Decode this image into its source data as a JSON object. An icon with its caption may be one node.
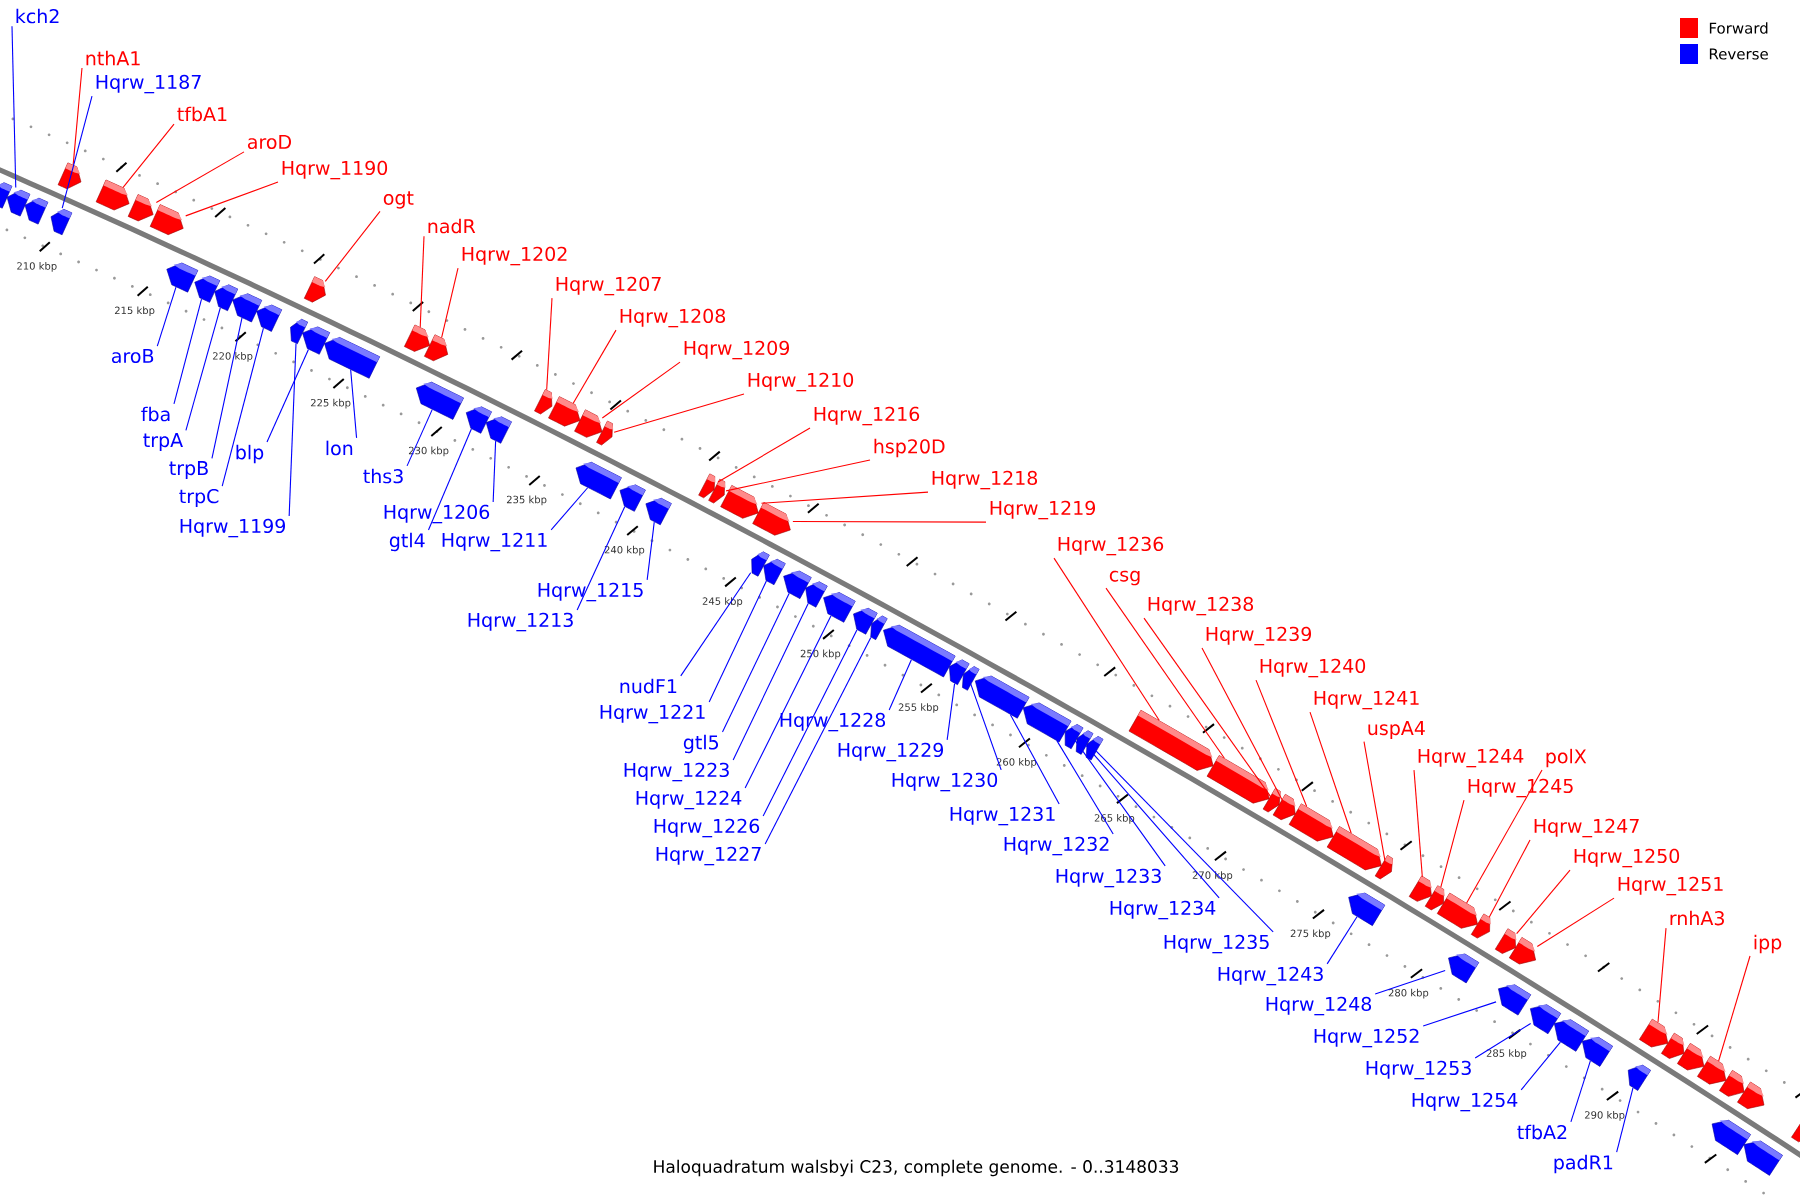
{
  "diagram": {
    "caption": "Haloquadratum walsbyi C23, complete genome. - 0..3148033",
    "nodes": [
      {
        "text": [
          "kch2"
        ]
      },
      {
        "text": [
          "nthA1"
        ]
      },
      {
        "text": [
          "Hqrw_1187"
        ]
      },
      {
        "text": [
          "tfbA1"
        ]
      },
      {
        "text": [
          "aroD"
        ]
      },
      {
        "text": [
          "Hqrw_1190"
        ]
      },
      {
        "text": [
          "ogt"
        ]
      },
      {
        "text": [
          "nadR"
        ]
      },
      {
        "text": [
          "Hqrw_1202"
        ]
      },
      {
        "text": [
          "Hqrw_1207"
        ]
      },
      {
        "text": [
          "Hqrw_1208"
        ]
      },
      {
        "text": [
          "Hqrw_1209"
        ]
      },
      {
        "text": [
          "Hqrw_1210"
        ]
      },
      {
        "text": [
          "Hqrw_1216"
        ]
      },
      {
        "text": [
          "hsp20D"
        ]
      },
      {
        "text": [
          "Hqrw_1218"
        ]
      },
      {
        "text": [
          "Hqrw_1219"
        ]
      },
      {
        "text": [
          "aroB"
        ]
      },
      {
        "text": [
          "fba"
        ]
      },
      {
        "text": [
          "trpA"
        ]
      },
      {
        "text": [
          "trpB"
        ]
      },
      {
        "text": [
          "trpC"
        ]
      },
      {
        "text": [
          "Hqrw_1199"
        ]
      },
      {
        "text": [
          "blp"
        ]
      },
      {
        "text": [
          "lon"
        ]
      },
      {
        "text": [
          "ths3"
        ]
      },
      {
        "text": [
          "Hqrw_1206"
        ]
      },
      {
        "text": [
          "gtl4"
        ]
      },
      {
        "text": [
          "Hqrw_1211"
        ]
      },
      {
        "text": [
          "Hqrw_1215"
        ]
      },
      {
        "text": [
          "Hqrw_1213"
        ]
      },
      {
        "text": [
          "nudF1"
        ]
      },
      {
        "text": [
          "Hqrw_1221"
        ]
      },
      {
        "text": [
          "gtl5"
        ]
      },
      {
        "text": [
          "Hqrw_1223"
        ]
      },
      {
        "text": [
          "Hqrw_1224"
        ]
      },
      {
        "text": [
          "Hqrw_1226"
        ]
      },
      {
        "text": [
          "Hqrw_1227"
        ]
      },
      {
        "text": [
          "Hqrw_1228"
        ]
      },
      {
        "text": [
          "Hqrw_1229"
        ]
      },
      {
        "text": [
          "Hqrw_1230"
        ]
      },
      {
        "text": [
          "Hqrw_1231"
        ]
      },
      {
        "text": [
          "Hqrw_1232"
        ]
      },
      {
        "text": [
          "Hqrw_1233"
        ]
      },
      {
        "text": [
          "Hqrw_1234"
        ]
      },
      {
        "text": [
          "Hqrw_1235"
        ]
      },
      {
        "text": [
          "Hqrw_1236"
        ]
      },
      {
        "text": [
          "csg"
        ]
      },
      {
        "text": [
          "Hqrw_1238"
        ]
      },
      {
        "text": [
          "Hqrw_1239"
        ]
      },
      {
        "text": [
          "Hqrw_1240"
        ]
      },
      {
        "text": [
          "Hqrw_1241"
        ]
      },
      {
        "text": [
          "uspA4"
        ]
      },
      {
        "text": [
          "Hqrw_1244"
        ]
      },
      {
        "text": [
          "polX"
        ]
      },
      {
        "text": [
          "Hqrw_1245"
        ]
      },
      {
        "text": [
          "Hqrw_1247"
        ]
      },
      {
        "text": [
          "Hqrw_1250"
        ]
      },
      {
        "text": [
          "Hqrw_1251"
        ]
      },
      {
        "text": [
          "rnhA3"
        ]
      },
      {
        "text": [
          "ipp"
        ]
      },
      {
        "text": [
          "Hqrw_1243"
        ]
      },
      {
        "text": [
          "Hqrw_1248"
        ]
      },
      {
        "text": [
          "Hqrw_1252"
        ]
      },
      {
        "text": [
          "Hqrw_1253"
        ]
      },
      {
        "text": [
          "Hqrw_1254"
        ]
      },
      {
        "text": [
          "tfbA2"
        ]
      },
      {
        "text": [
          "padR1"
        ]
      },
      {
        "text": [],
        "shape": "pentagon"
      },
      {
        "text": [],
        "shape": "pentagon"
      },
      {
        "text": [],
        "shape": "pentagon"
      },
      {
        "text": [],
        "shape": "pentagon"
      },
      {
        "text": [],
        "shape": "pentagon"
      },
      {
        "text": [],
        "shape": "pentagon"
      },
      {
        "text": [],
        "shape": "pentagon"
      },
      {
        "text": [],
        "shape": "pentagon"
      },
      {
        "text": [],
        "shape": "pentagon"
      },
      {
        "text": [],
        "shape": "pentagon"
      },
      {
        "text": [],
        "shape": "pentagon"
      },
      {
        "text": [],
        "shape": "pentagon"
      },
      {
        "text": [],
        "shape": "pentagon"
      },
      {
        "text": [],
        "shape": "pentagon"
      },
      {
        "text": [],
        "shape": "pentagon"
      },
      {
        "text": [],
        "shape": "pentagon"
      },
      {
        "text": [],
        "shape": "pentagon"
      },
      {
        "text": [],
        "shape": "pentagon"
      },
      {
        "text": [],
        "shape": "pentagon"
      },
      {
        "text": [],
        "shape": "pentagon"
      },
      {
        "text": [],
        "shape": "pentagon"
      },
      {
        "text": [],
        "shape": "pentagon"
      },
      {
        "text": [],
        "shape": "pentagon"
      },
      {
        "text": [],
        "shape": "pentagon"
      },
      {
        "text": [],
        "shape": "pentagon"
      },
      {
        "text": [],
        "shape": "pentagon"
      },
      {
        "text": [],
        "shape": "pentagon"
      },
      {
        "text": [],
        "shape": "pentagon"
      },
      {
        "text": [],
        "shape": "pentagon"
      },
      {
        "text": [],
        "shape": "pentagon"
      },
      {
        "text": [],
        "shape": "pentagon"
      },
      {
        "text": [],
        "shape": "pentagon"
      },
      {
        "text": [],
        "shape": "pentagon"
      },
      {
        "text": [],
        "shape": "pentagon"
      },
      {
        "text": [],
        "shape": "pentagon"
      },
      {
        "text": [],
        "shape": "pentagon"
      },
      {
        "text": [],
        "shape": "pentagon"
      },
      {
        "text": [],
        "shape": "pentagon"
      },
      {
        "text": [],
        "shape": "pentagon"
      },
      {
        "text": [],
        "shape": "pentagon"
      },
      {
        "text": [],
        "shape": "pentagon"
      },
      {
        "text": [],
        "shape": "pentagon"
      },
      {
        "text": [],
        "shape": "pentagon"
      },
      {
        "text": [],
        "shape": "pentagon"
      },
      {
        "text": [],
        "shape": "pentagon"
      },
      {
        "text": [],
        "shape": "pentagon"
      },
      {
        "text": [],
        "shape": "pentagon"
      },
      {
        "text": [],
        "shape": "pentagon"
      },
      {
        "text": [],
        "shape": "pentagon"
      },
      {
        "text": [],
        "shape": "pentagon"
      },
      {
        "text": [],
        "shape": "pentagon"
      },
      {
        "text": [],
        "shape": "pentagon"
      },
      {
        "text": [],
        "shape": "pentagon"
      },
      {
        "text": [],
        "shape": "pentagon"
      },
      {
        "text": [],
        "shape": "pentagon"
      },
      {
        "text": [],
        "shape": "pentagon"
      },
      {
        "text": [],
        "shape": "pentagon"
      },
      {
        "text": [],
        "shape": "pentagon"
      },
      {
        "text": [],
        "shape": "pentagon"
      },
      {
        "text": [],
        "shape": "pentagon"
      },
      {
        "text": [],
        "shape": "pentagon"
      },
      {
        "text": [],
        "shape": "pentagon"
      },
      {
        "text": [],
        "shape": "pentagon"
      },
      {
        "text": [],
        "shape": "pentagon"
      },
      {
        "text": [],
        "shape": "pentagon"
      },
      {
        "text": [],
        "shape": "pentagon"
      },
      {
        "text": [],
        "shape": "pentagon"
      },
      {
        "text": [],
        "shape": "pentagon"
      },
      {
        "text": [],
        "shape": "pentagon"
      },
      {
        "text": [],
        "shape": "pentagon"
      },
      {
        "text": [],
        "shape": "pentagon"
      },
      {
        "text": [],
        "shape": "pentagon"
      },
      {
        "text": [],
        "shape": "pentagon"
      },
      {
        "text": [],
        "shape": "pentagon"
      },
      {
        "text": [],
        "shape": "pentagon"
      },
      {
        "text": [],
        "shape": "pentagon"
      },
      {
        "text": [],
        "shape": "pentagon"
      }
    ],
    "edges": [
      {
        "from": 0,
        "to": 69,
        "arrow": "none"
      },
      {
        "from": 1,
        "to": 71,
        "arrow": "none",
        "color": "#ff0000"
      },
      {
        "from": 2,
        "to": 72,
        "arrow": "none"
      },
      {
        "from": 3,
        "to": 73,
        "arrow": "none",
        "color": "#ff0000"
      },
      {
        "from": 4,
        "to": 74,
        "arrow": "none",
        "color": "#ff0000"
      },
      {
        "from": 5,
        "to": 75,
        "arrow": "none",
        "color": "#ff0000"
      },
      {
        "from": 6,
        "to": 81,
        "arrow": "none",
        "color": "#ff0000"
      },
      {
        "from": 7,
        "to": 85,
        "arrow": "none",
        "color": "#ff0000"
      },
      {
        "from": 8,
        "to": 86,
        "arrow": "none",
        "color": "#ff0000"
      },
      {
        "from": 9,
        "to": 90,
        "arrow": "none",
        "color": "#ff0000"
      },
      {
        "from": 10,
        "to": 91,
        "arrow": "none",
        "color": "#ff0000"
      },
      {
        "from": 11,
        "to": 92,
        "arrow": "none",
        "color": "#ff0000"
      },
      {
        "from": 12,
        "to": 94,
        "arrow": "none",
        "color": "#ff0000"
      },
      {
        "from": 13,
        "to": 97,
        "arrow": "none",
        "color": "#ff0000"
      },
      {
        "from": 14,
        "to": 98,
        "arrow": "none",
        "color": "#ff0000"
      },
      {
        "from": 15,
        "to": 99,
        "arrow": "none",
        "color": "#ff0000"
      },
      {
        "from": 16,
        "to": 100,
        "arrow": "none",
        "color": "#ff0000"
      },
      {
        "from": 17,
        "to": 76,
        "arrow": "none"
      },
      {
        "from": 18,
        "to": 77,
        "arrow": "none"
      },
      {
        "from": 19,
        "to": 78,
        "arrow": "none"
      },
      {
        "from": 20,
        "to": 79,
        "arrow": "none"
      },
      {
        "from": 21,
        "to": 80,
        "arrow": "none"
      },
      {
        "from": 22,
        "to": 82,
        "arrow": "none"
      },
      {
        "from": 23,
        "to": 83,
        "arrow": "none"
      },
      {
        "from": 24,
        "to": 84,
        "arrow": "none"
      },
      {
        "from": 25,
        "to": 87,
        "arrow": "none"
      },
      {
        "from": 26,
        "to": 89,
        "arrow": "none"
      },
      {
        "from": 27,
        "to": 88,
        "arrow": "none"
      },
      {
        "from": 28,
        "to": 93,
        "arrow": "none"
      },
      {
        "from": 29,
        "to": 96,
        "arrow": "none"
      },
      {
        "from": 30,
        "to": 95,
        "arrow": "none"
      },
      {
        "from": 31,
        "to": 101,
        "arrow": "none"
      },
      {
        "from": 32,
        "to": 102,
        "arrow": "none"
      },
      {
        "from": 33,
        "to": 103,
        "arrow": "none"
      },
      {
        "from": 34,
        "to": 104,
        "arrow": "none"
      },
      {
        "from": 35,
        "to": 105,
        "arrow": "none"
      },
      {
        "from": 36,
        "to": 106,
        "arrow": "none"
      },
      {
        "from": 37,
        "to": 107,
        "arrow": "none"
      },
      {
        "from": 38,
        "to": 108,
        "arrow": "none"
      },
      {
        "from": 39,
        "to": 109,
        "arrow": "none"
      },
      {
        "from": 40,
        "to": 110,
        "arrow": "none"
      },
      {
        "from": 41,
        "to": 111,
        "arrow": "none"
      },
      {
        "from": 42,
        "to": 112,
        "arrow": "none"
      },
      {
        "from": 43,
        "to": 113,
        "arrow": "none"
      },
      {
        "from": 44,
        "to": 114,
        "arrow": "none"
      },
      {
        "from": 45,
        "to": 115,
        "arrow": "none"
      },
      {
        "from": 46,
        "to": 116,
        "arrow": "none",
        "color": "#ff0000"
      },
      {
        "from": 47,
        "to": 117,
        "arrow": "none",
        "color": "#ff0000"
      },
      {
        "from": 48,
        "to": 118,
        "arrow": "none",
        "color": "#ff0000"
      },
      {
        "from": 49,
        "to": 119,
        "arrow": "none",
        "color": "#ff0000"
      },
      {
        "from": 50,
        "to": 120,
        "arrow": "none",
        "color": "#ff0000"
      },
      {
        "from": 51,
        "to": 121,
        "arrow": "none",
        "color": "#ff0000"
      },
      {
        "from": 52,
        "to": 123,
        "arrow": "none",
        "color": "#ff0000"
      },
      {
        "from": 53,
        "to": 124,
        "arrow": "none",
        "color": "#ff0000"
      },
      {
        "from": 54,
        "to": 126,
        "arrow": "none",
        "color": "#ff0000"
      },
      {
        "from": 55,
        "to": 125,
        "arrow": "none",
        "color": "#ff0000"
      },
      {
        "from": 56,
        "to": 128,
        "arrow": "none",
        "color": "#ff0000"
      },
      {
        "from": 57,
        "to": 129,
        "arrow": "none",
        "color": "#ff0000"
      },
      {
        "from": 58,
        "to": 130,
        "arrow": "none",
        "color": "#ff0000"
      },
      {
        "from": 59,
        "to": 135,
        "arrow": "none",
        "color": "#ff0000"
      },
      {
        "from": 60,
        "to": 139,
        "arrow": "none",
        "color": "#ff0000"
      },
      {
        "from": 61,
        "to": 122,
        "arrow": "none"
      },
      {
        "from": 62,
        "to": 127,
        "arrow": "none"
      },
      {
        "from": 63,
        "to": 131,
        "arrow": "none"
      },
      {
        "from": 64,
        "to": 132,
        "arrow": "none"
      },
      {
        "from": 65,
        "to": 133,
        "arrow": "none"
      },
      {
        "from": 66,
        "to": 134,
        "arrow": "none"
      },
      {
        "from": 67,
        "to": 136,
        "arrow": "none"
      }
    ],
    "labels": [
      "210 kbp",
      "215 kbp",
      "220 kbp",
      "225 kbp",
      "230 kbp",
      "235 kbp",
      "240 kbp",
      "245 kbp",
      "250 kbp",
      "255 kbp",
      "260 kbp",
      "265 kbp",
      "270 kbp",
      "275 kbp",
      "280 kbp",
      "285 kbp",
      "290 kbp"
    ],
    "legend": [
      {
        "text": "Forward",
        "color": "#ff0000"
      },
      {
        "text": "Reverse",
        "color": "#0000ff"
      }
    ]
  }
}
